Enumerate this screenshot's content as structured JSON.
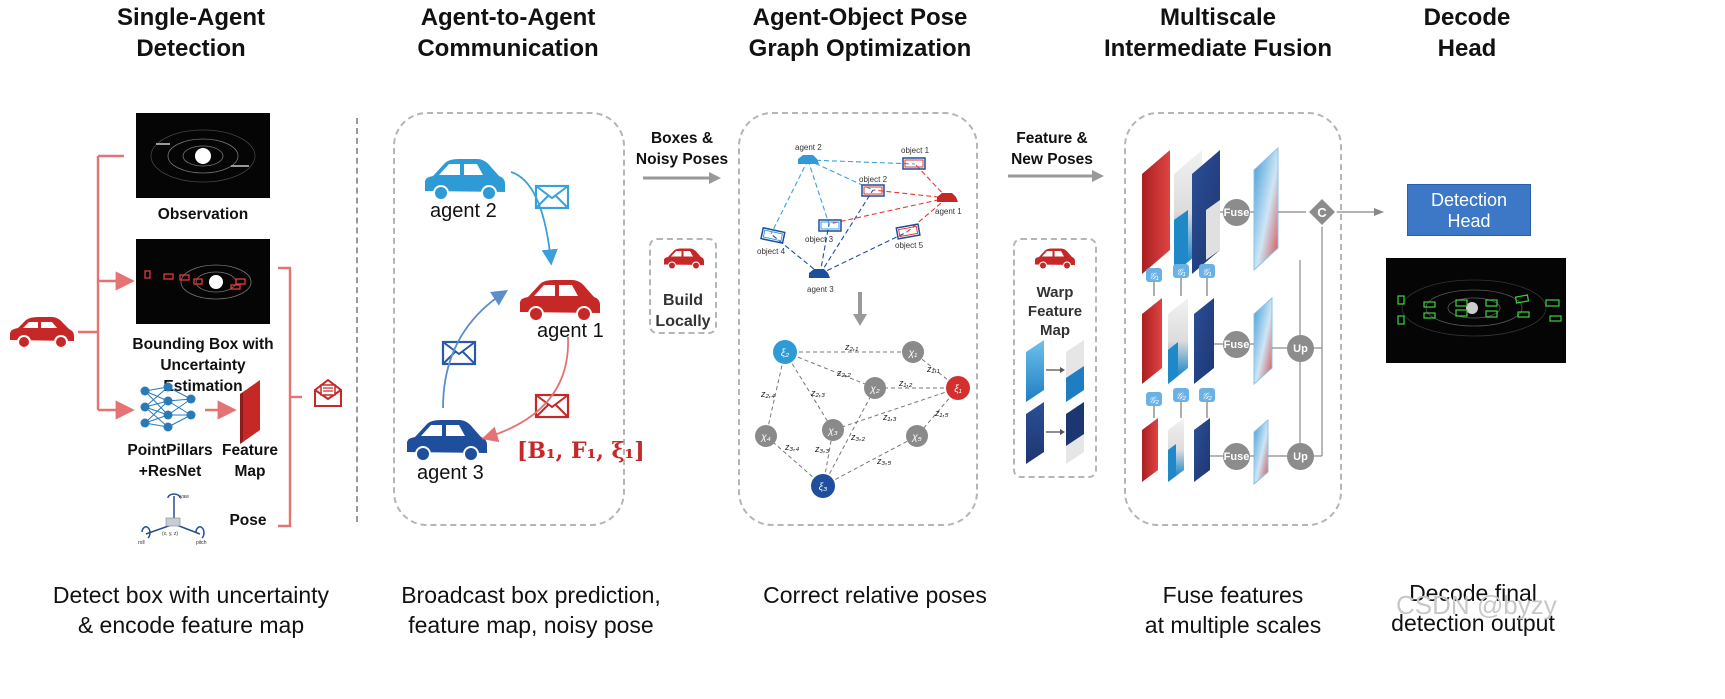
{
  "stages": [
    {
      "title_line1": "Single-Agent",
      "title_line2": "Detection",
      "desc_line1": "Detect box with uncertainty",
      "desc_line2": "& encode feature map"
    },
    {
      "title_line1": "Agent-to-Agent",
      "title_line2": "Communication",
      "desc_line1": "Broadcast box prediction,",
      "desc_line2": "feature map, noisy pose"
    },
    {
      "title_line1": "Agent-Object Pose",
      "title_line2": "Graph Optimization",
      "desc_line1": "Correct relative poses",
      "desc_line2": ""
    },
    {
      "title_line1": "Multiscale",
      "title_line2": "Intermediate Fusion",
      "desc_line1": "Fuse features",
      "desc_line2": "at multiple scales"
    },
    {
      "title_line1": "Decode",
      "title_line2": "Head",
      "desc_line1": "Decode final",
      "desc_line2": "detection output"
    }
  ],
  "single_agent": {
    "observation": "Observation",
    "bbox_line1": "Bounding Box with",
    "bbox_line2": "Uncertainty Estimation",
    "backbone_line1": "PointPillars",
    "backbone_line2": "+ResNet",
    "feature_line1": "Feature",
    "feature_line2": "Map",
    "pose": "Pose",
    "pose_axes": {
      "yaw": "yaw",
      "roll": "roll",
      "pitch": "pitch",
      "xyz": "(x, y, z)"
    }
  },
  "communication": {
    "agent1": "agent 1",
    "agent2": "agent 2",
    "agent3": "agent 3",
    "message": "[B",
    "message_full": "[B₁, F₁, ξ₁]"
  },
  "arrow_labels": {
    "boxes_line1": "Boxes &",
    "boxes_line2": "Noisy Poses",
    "build_line1": "Build",
    "build_line2": "Locally",
    "feature_line1": "Feature &",
    "feature_line2": "New Poses",
    "warp_line1": "Warp",
    "warp_line2": "Feature",
    "warp_line3": "Map"
  },
  "pose_graph": {
    "agents": [
      "agent 2",
      "agent 1",
      "agent 3"
    ],
    "objects": [
      "object 1",
      "object 2",
      "object 3",
      "object 4",
      "object 5"
    ],
    "nodes": {
      "xi2": "ξ₂",
      "xi1": "ξ₁",
      "xi3": "ξ₃",
      "chi1": "χ₁",
      "chi2": "χ₂",
      "chi3": "χ₃",
      "chi4": "χ₄",
      "chi5": "χ₅"
    },
    "edges": {
      "z21": "z₂,₁",
      "z22": "z₂,₂",
      "z23": "z₂,₃",
      "z24": "z₂,₄",
      "z11": "z₁,₁",
      "z12": "z₁,₂",
      "z13": "z₁,₃",
      "z15": "z₁,₅",
      "z32": "z₃,₂",
      "z33": "z₃,₃",
      "z34": "z₃,₄",
      "z35": "z₃,₅"
    }
  },
  "fusion": {
    "fuse": "Fuse",
    "up": "Up",
    "concat": "C",
    "g1": "𝒢₁",
    "g2": "𝒢₂"
  },
  "decode": {
    "head_line1": "Detection",
    "head_line2": "Head"
  },
  "watermark": "CSDN @byzy",
  "colors": {
    "red": "#c62828",
    "blue_light": "#2e9bd6",
    "blue_dark": "#1f4e9c",
    "gray": "#8c8c8c",
    "pink_line": "#e57373",
    "head_blue": "#3d78c7"
  }
}
